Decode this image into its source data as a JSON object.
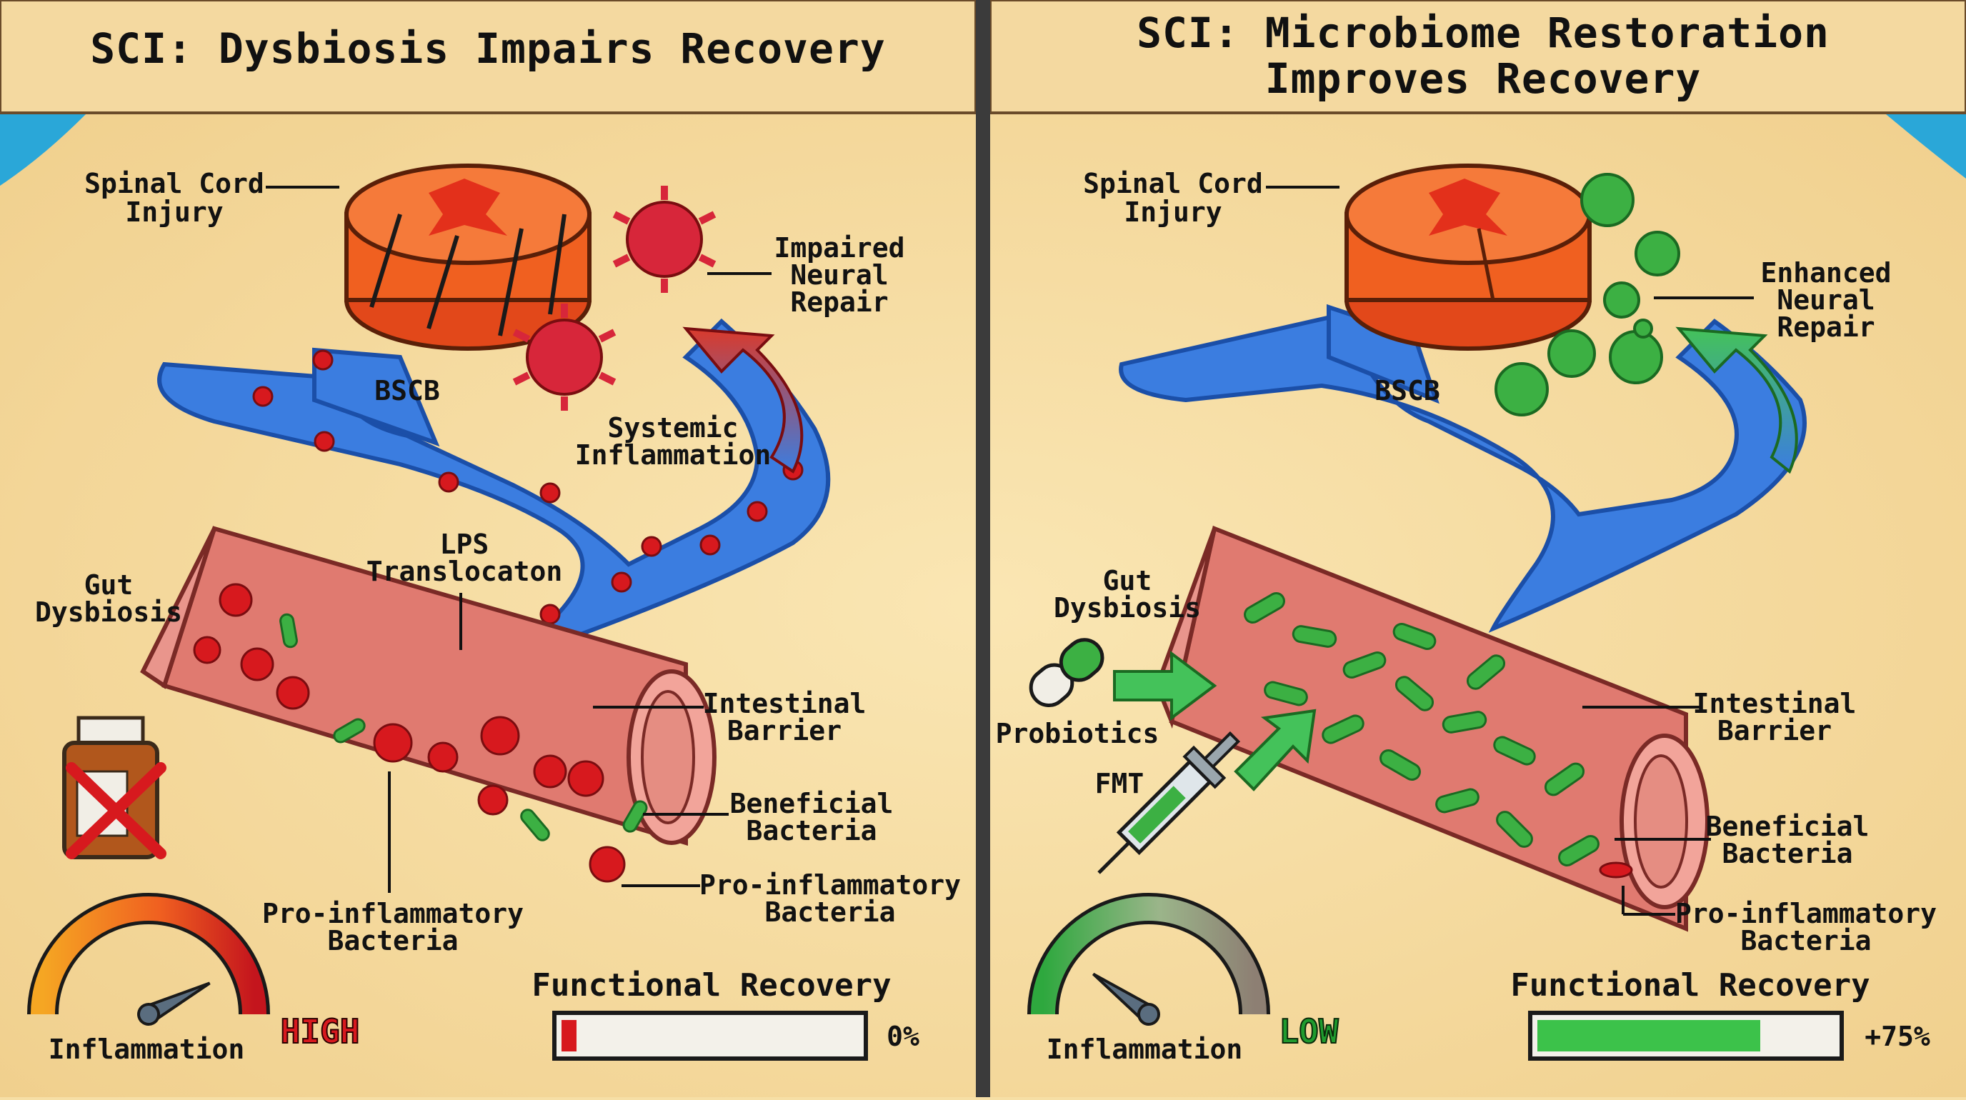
{
  "left_panel": {
    "title": "SCI: Dysbiosis Impairs Recovery",
    "labels": {
      "spinal_cord_injury": [
        "Spinal Cord",
        "Injury"
      ],
      "impaired_neural_repair": [
        "Impaired",
        "Neural",
        "Repair"
      ],
      "bscb": "BSCB",
      "systemic_inflammation": [
        "Systemic",
        "Inflammation"
      ],
      "lps_translocation": [
        "LPS",
        "Translocaton"
      ],
      "gut_dysbiosis": [
        "Gut",
        "Dysbiosis"
      ],
      "intestinal_barrier": [
        "Intestinal",
        "Barrier"
      ],
      "beneficial_bacteria": [
        "Beneficial",
        "Bacteria"
      ],
      "pro_inflammatory_bacteria": [
        "Pro-inflammatory",
        "Bacteria"
      ],
      "pro_inflammatory_bacteria_center": [
        "Pro-inflammatory",
        "Bacteria"
      ]
    },
    "inflammation": {
      "label": "Inflammation",
      "status": "HIGH",
      "status_color": "#d7191e",
      "level": 0.85
    },
    "recovery": {
      "label": "Functional Recovery",
      "value_text": "0%",
      "fill": 0.05,
      "fill_color": "#d7191e"
    },
    "icons": [
      "spinal-cord-icon",
      "immune-cell-icon",
      "blood-vessel-icon",
      "intestine-icon",
      "medicine-bottle-crossed-icon",
      "gauge-icon"
    ]
  },
  "right_panel": {
    "title_lines": [
      "SCI: Microbiome Restoration",
      "Improves Recovery"
    ],
    "labels": {
      "spinal_cord_injury": [
        "Spinal Cord",
        "Injury"
      ],
      "enhanced_neural_repair": [
        "Enhanced",
        "Neural",
        "Repair"
      ],
      "bscb": "BSCB",
      "gut_dysbiosis": [
        "Gut",
        "Dysbiosis"
      ],
      "probiotics": "Probiotics",
      "fmt": "FMT",
      "intestinal_barrier": [
        "Intestinal",
        "Barrier"
      ],
      "beneficial_bacteria": [
        "Beneficial",
        "Bacteria"
      ],
      "pro_inflammatory_bacteria": [
        "Pro-inflammatory",
        "Bacteria"
      ]
    },
    "inflammation": {
      "label": "Inflammation",
      "status": "LOW",
      "status_color": "#1f9b2e",
      "level": 0.2
    },
    "recovery": {
      "label": "Functional Recovery",
      "value_text": "+75%",
      "fill": 0.75,
      "fill_color": "#3cc24a"
    },
    "icons": [
      "spinal-cord-icon",
      "immune-cell-icon",
      "blood-vessel-icon",
      "intestine-icon",
      "probiotic-capsule-icon",
      "syringe-icon",
      "gauge-icon"
    ]
  },
  "colors": {
    "cord": "#f06020",
    "vessel": "#3b7de0",
    "gut": "#e07a70",
    "bad": "#d7191e",
    "good": "#3cb043",
    "sand": "#f6dfa6",
    "sea": "#2aa7d8"
  }
}
